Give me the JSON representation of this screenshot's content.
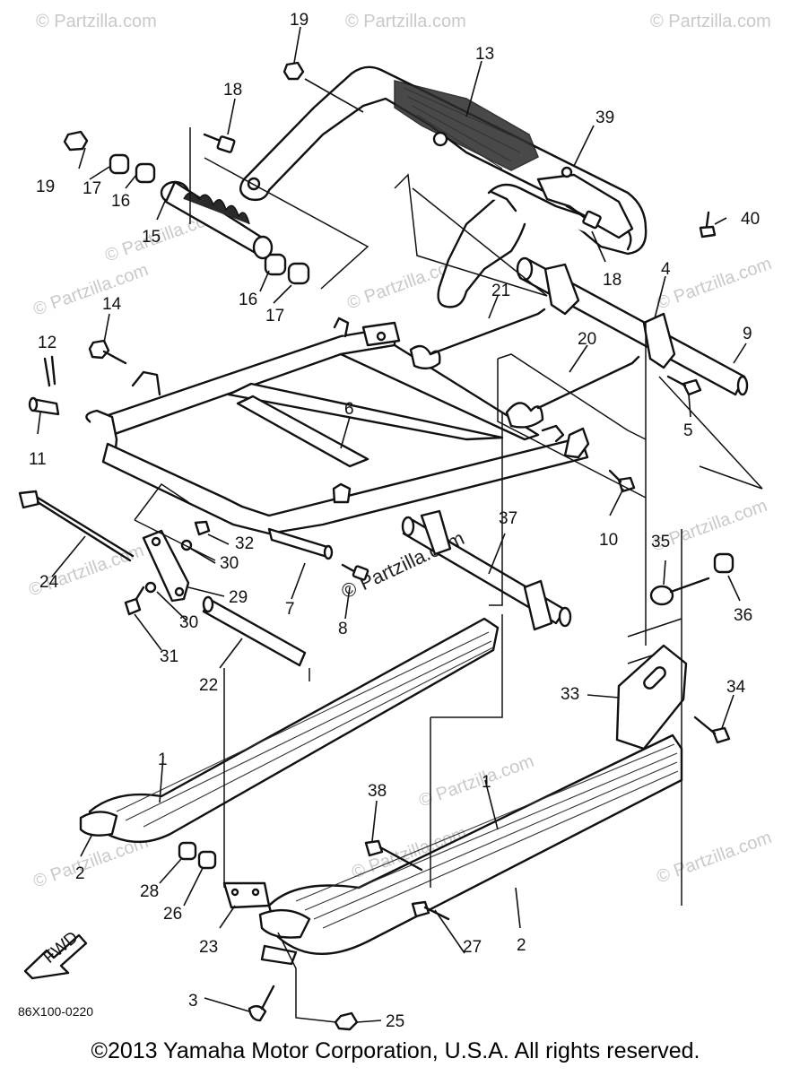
{
  "watermark": "© Partzilla.com",
  "drawing_code": "86X100-0220",
  "fwd_label": "FWD",
  "copyright": "©2013 Yamaha Motor Corporation, U.S.A. All rights reserved.",
  "callouts": {
    "c1a": "1",
    "c1b": "1",
    "c2a": "2",
    "c2b": "2",
    "c3": "3",
    "c4": "4",
    "c5": "5",
    "c6": "6",
    "c7": "7",
    "c8": "8",
    "c9": "9",
    "c10": "10",
    "c11": "11",
    "c12": "12",
    "c13": "13",
    "c14": "14",
    "c15": "15",
    "c16a": "16",
    "c16b": "16",
    "c17a": "17",
    "c17b": "17",
    "c18a": "18",
    "c18b": "18",
    "c19a": "19",
    "c19b": "19",
    "c20": "20",
    "c21": "21",
    "c22": "22",
    "c23": "23",
    "c24": "24",
    "c25": "25",
    "c26": "26",
    "c27": "27",
    "c28": "28",
    "c29": "29",
    "c30a": "30",
    "c30b": "30",
    "c31": "31",
    "c32": "32",
    "c33": "33",
    "c34": "34",
    "c35": "35",
    "c36": "36",
    "c37": "37",
    "c38": "38",
    "c39": "39",
    "c40": "40"
  }
}
